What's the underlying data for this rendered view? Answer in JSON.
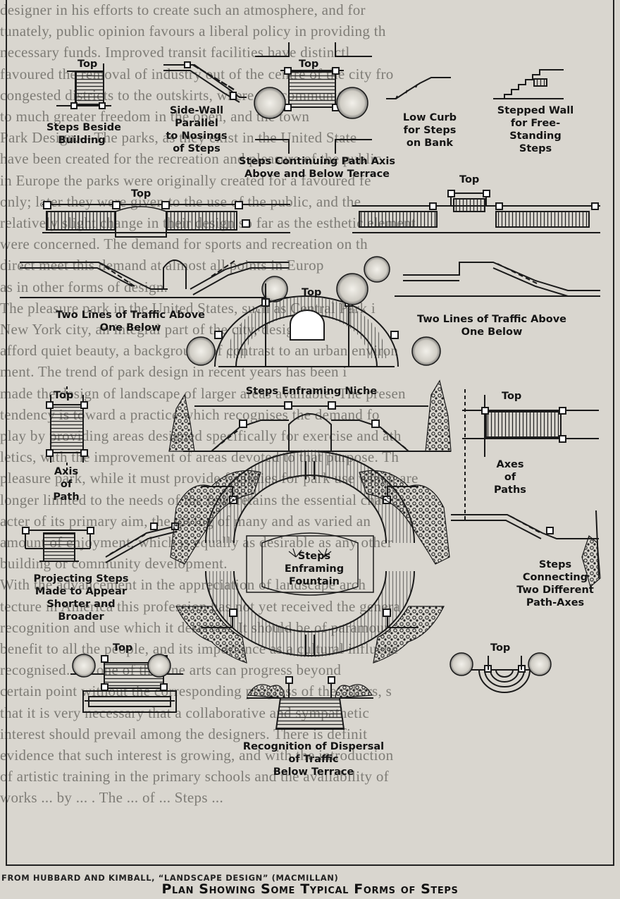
{
  "background_text": [
    "designer in his efforts to create such an atmosphere, and for",
    "tunately, public opinion favours a liberal policy in providing th",
    "necessary funds. Improved transit facilities have distinctl",
    "favoured the removal of industry out of the centre of the city fro",
    "congested districts to the outskirts, where the community",
    "to much greater freedom in the open, and the town",
    "Park Design.—The parks, as they exist in the United State",
    "have been created for the recreation and pleasure of the public",
    "in Europe the parks were originally created for a favoured fe",
    "only; later they were given to the use of the public, and the",
    "relatively slight change in their design so far as the esthetic element",
    "were concerned. The demand for sports and recreation on th",
    "direct meet this demand at almost all points in Europ",
    "as in other forms of design.",
    "The pleasure park in the United States, such as Central Park i",
    "New York city, an integral part of the city, designed t",
    "afford quiet beauty, a background of contrast to an urban environ",
    "ment. The trend of park design in recent years has been i",
    "made the design of landscape of larger areas available. The presen",
    "tendency is toward a practice which recognises the demand fo",
    "play by providing areas designed specifically for exercise and ath",
    "letics, with the improvement of areas devoted to that purpose. Th",
    "pleasure park, while it must provide facilities for park use which are",
    "longer limited to the needs of the few, retains the essential cha",
    "acter of its primary aim, the giving of many and as varied an",
    "amount of enjoyment, which is equally as desirable as any other",
    "building or community development.",
    "With the advancement in the appreciation of landscape arch",
    "tecture in America this profession has not yet received the genera",
    "recognition and use which it deserves. It should be of paramoun",
    "benefit to all the people, and its importance as a cultural influenc",
    "recognised. No one of the fine arts can progress beyond",
    "certain point without the corresponding progress of the others, s",
    "that it is very necessary that a collaborative and sympathetic",
    "interest should prevail among the designers. There is definit",
    "evidence that such interest is growing, and with the introduction",
    "of artistic training in the primary schools and the availability of",
    "works ... by ... . The ... of ... Steps ..."
  ],
  "labels": {
    "top_1": "Top",
    "steps_beside_building": [
      "Steps Beside",
      "Building"
    ],
    "side_wall": [
      "Side-Wall",
      "Parallel",
      "to Nosings",
      "of Steps"
    ],
    "top_2": "Top",
    "steps_continuing": [
      "Steps Continuing Path Axis",
      "Above and Below Terrace"
    ],
    "low_curb": [
      "Low Curb",
      "for Steps",
      "on Bank"
    ],
    "stepped_wall": [
      "Stepped Wall",
      "for Free-",
      "Standing",
      "Steps"
    ],
    "top_3": "Top",
    "top_4": "Top",
    "two_lines_left": [
      "Two Lines of Traffic Above",
      "One Below"
    ],
    "top_5": "Top",
    "two_lines_right": [
      "Two Lines of Traffic Above",
      "One Below"
    ],
    "steps_enframing_niche": "Steps Enframing Niche",
    "top_6": "Top",
    "top_7": "Top",
    "axis_of_path": [
      "Axis",
      "of",
      "Path"
    ],
    "axes_of_paths": [
      "Axes",
      "of",
      "Paths"
    ],
    "steps_enframing_fountain": [
      "Steps",
      "Enframing",
      "Fountain"
    ],
    "projecting_steps": [
      "Projecting Steps",
      "Made to Appear",
      "Shorter and",
      "Broader"
    ],
    "steps_connecting": [
      "Steps",
      "Connecting",
      "Two Different",
      "Path-Axes"
    ],
    "top_8": "Top",
    "top_9": "Top",
    "recognition": [
      "Recognition of Dispersal",
      "of Traffic",
      "Below Terrace"
    ]
  },
  "credit": "FROM HUBBARD AND KIMBALL, “LANDSCAPE DESIGN” (MACMILLAN)",
  "caption": "Plan Showing Some Typical Forms of Steps"
}
